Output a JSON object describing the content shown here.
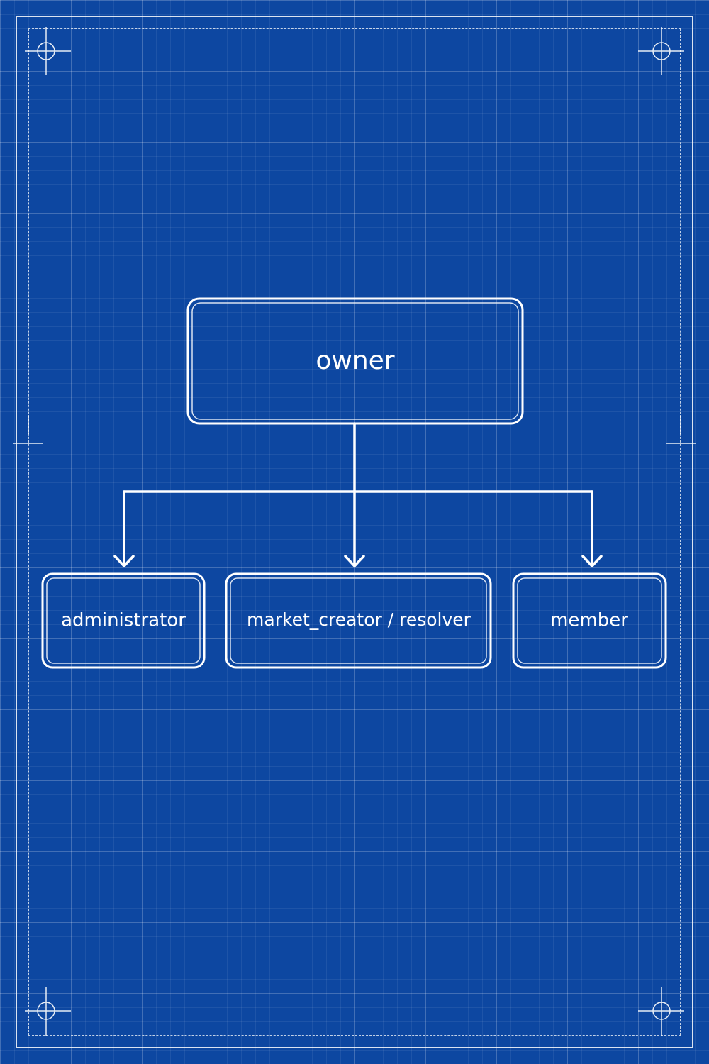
{
  "diagram": {
    "root": {
      "label": "owner"
    },
    "children": [
      {
        "label": "administrator"
      },
      {
        "label": "market_creator / resolver"
      },
      {
        "label": "member"
      }
    ]
  },
  "colors": {
    "background": "#0d47a1",
    "line": "#ffffff"
  }
}
